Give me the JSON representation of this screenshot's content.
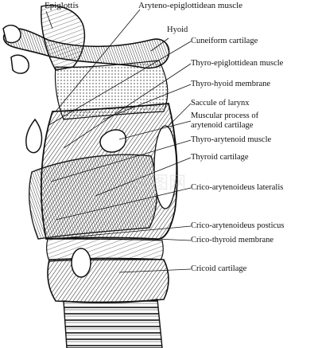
{
  "labels": {
    "epiglottis": "Epiglottis",
    "aryteno_epiglottidean": "Aryteno-epiglottidean muscle",
    "hyoid": "Hyoid",
    "cuneiform": "Cuneiform cartilage",
    "thyro_epiglottidean": "Thyro-epiglottidean muscle",
    "thyro_hyoid_membrane": "Thyro-hyoid membrane",
    "saccule": "Saccule of larynx",
    "muscular_process_1": "Muscular process of",
    "muscular_process_2": "arytenoid cartilage",
    "thyro_arytenoid": "Thyro-arytenoid muscle",
    "thyroid_cartilage": "Thyroid cartilage",
    "crico_arytenoideus_lateralis": "Crico-arytenoideus lateralis",
    "crico_arytenoideus_posticus": "Crico-arytenoideus posticus",
    "crico_thyroid_membrane": "Crico-thyroid membrane",
    "cricoid_cartilage": "Cricoid cartilage"
  },
  "watermark": "昵图网",
  "colors": {
    "ink": "#111111",
    "paper": "#ffffff",
    "hatch": "#2a2a2a"
  }
}
